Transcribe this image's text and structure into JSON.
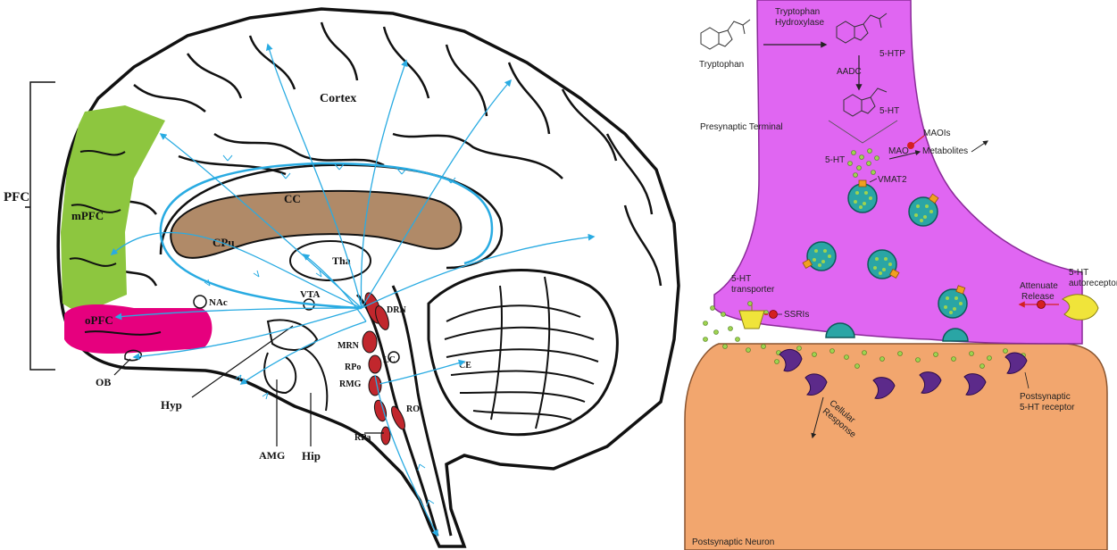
{
  "brain": {
    "labels": {
      "pfc": "PFC",
      "mpfc": "mPFC",
      "opfc": "oPFC",
      "cortex": "Cortex",
      "cc": "CC",
      "cpu": "CPu",
      "tha": "Tha",
      "vta": "VTA",
      "nac": "NAc",
      "drn": "DRN",
      "mrn": "MRN",
      "rpo": "RPo",
      "lc": "LC",
      "rmg": "RMG",
      "ro": "RO",
      "rpa": "RPa",
      "ce": "CE",
      "ob": "OB",
      "hyp": "Hyp",
      "amg": "AMG",
      "hip": "Hip"
    },
    "colors": {
      "mpfc": "#8dc63f",
      "opfc": "#e6007e",
      "cc": "#b08a68",
      "projections": "#29abe2",
      "raphe": "#c1272d",
      "outline": "#111111"
    }
  },
  "synapse": {
    "labels": {
      "tryptophan": "Tryptophan",
      "enzyme_line1": "Tryptophan",
      "enzyme_line2": "Hydroxylase",
      "htp": "5-HTP",
      "aadc": "AADC",
      "ht_molecule": "5-HT",
      "presynaptic": "Presynaptic Terminal",
      "maois": "MAOIs",
      "mao": "MAO",
      "metabolites": "Metabolites",
      "ht_free": "5-HT",
      "vmat2": "VMAT2",
      "transporter_line1": "5-HT",
      "transporter_line2": "transporter",
      "ssris": "SSRIs",
      "attenuate_line1": "Attenuate",
      "attenuate_line2": "Release",
      "autoreceptor_line1": "5-HT",
      "autoreceptor_line2": "autoreceptor",
      "cellular_line1": "Cellular",
      "cellular_line2": "Response",
      "postsyn_receptor_line1": "Postsynaptic",
      "postsyn_receptor_line2": "5-HT receptor",
      "postsynaptic_neuron": "Postsynaptic Neuron"
    },
    "colors": {
      "presynaptic": "#e066f2",
      "postsynaptic": "#f2a66e",
      "vesicle": "#2aa5a5",
      "serotonin": "#9ed34f",
      "receptor": "#5c2a8a",
      "transporter": "#f0e43a",
      "inhibitor": "#d42020"
    }
  }
}
